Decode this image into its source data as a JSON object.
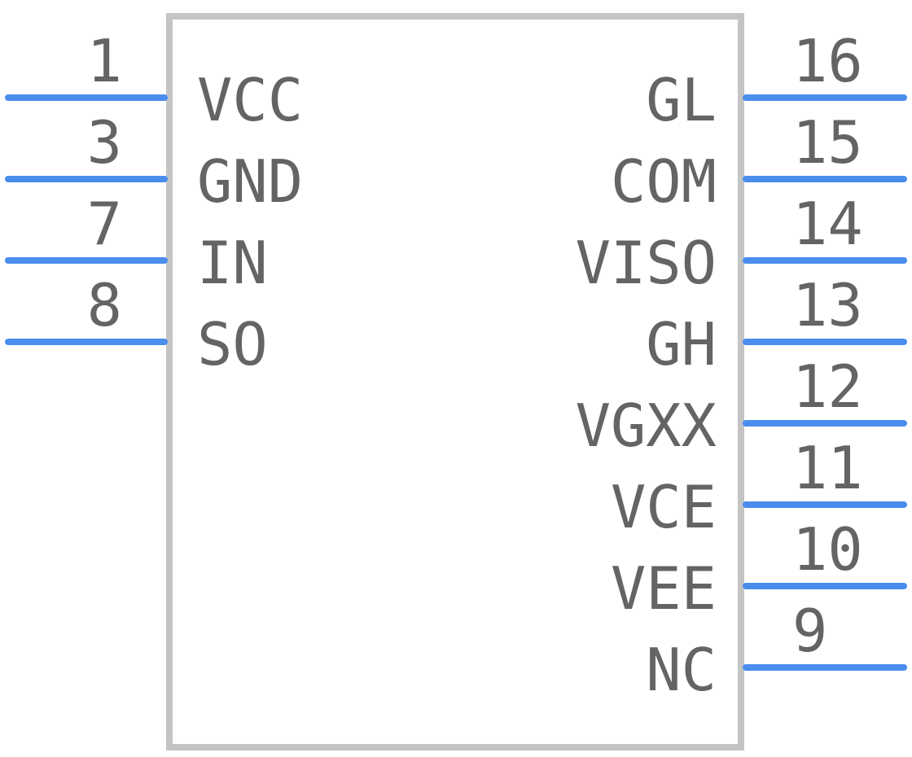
{
  "colors": {
    "pin": "#4a8ded",
    "body_outline": "#c4c4c4",
    "text": "#646464",
    "background": "#ffffff"
  },
  "left_pins": [
    {
      "number": "1",
      "name": "VCC"
    },
    {
      "number": "3",
      "name": "GND"
    },
    {
      "number": "7",
      "name": "IN"
    },
    {
      "number": "8",
      "name": "SO"
    }
  ],
  "right_pins": [
    {
      "number": "16",
      "name": "GL"
    },
    {
      "number": "15",
      "name": "COM"
    },
    {
      "number": "14",
      "name": "VISO"
    },
    {
      "number": "13",
      "name": "GH"
    },
    {
      "number": "12",
      "name": "VGXX"
    },
    {
      "number": "11",
      "name": "VCE"
    },
    {
      "number": "10",
      "name": "VEE"
    },
    {
      "number": "9",
      "name": "NC"
    }
  ]
}
